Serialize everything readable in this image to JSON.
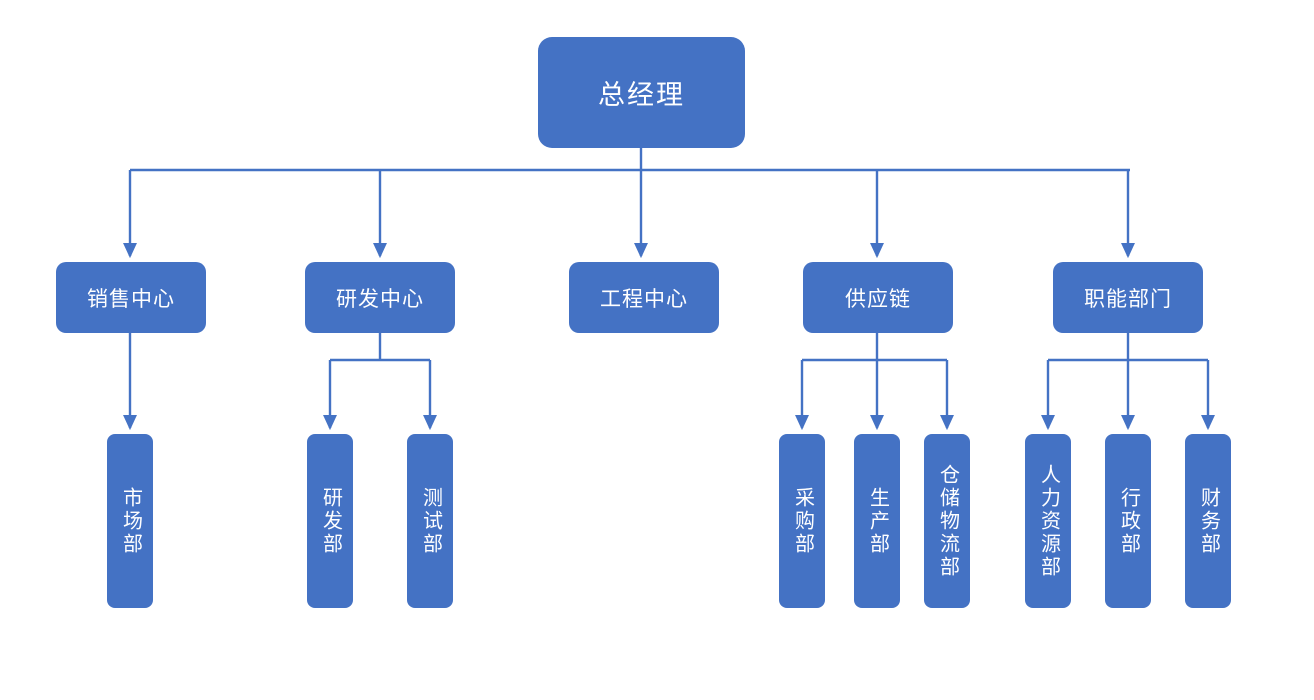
{
  "diagram": {
    "title_text": "总经理",
    "type": "organization-chart",
    "accent_color": "#4472c4",
    "line_color": "#4472c4",
    "text_color": "#ffffff",
    "background_color": "#ffffff"
  },
  "chart_data": {
    "type": "tree",
    "orientation": "top-down",
    "root": {
      "label": "总经理",
      "children": [
        {
          "label": "销售中心",
          "children": [
            {
              "label": "市场部"
            }
          ]
        },
        {
          "label": "研发中心",
          "children": [
            {
              "label": "研发部"
            },
            {
              "label": "测试部"
            }
          ]
        },
        {
          "label": "工程中心",
          "children": []
        },
        {
          "label": "供应链",
          "children": [
            {
              "label": "采购部"
            },
            {
              "label": "生产部"
            },
            {
              "label": "仓储物流部"
            }
          ]
        },
        {
          "label": "职能部门",
          "children": [
            {
              "label": "人力资源部"
            },
            {
              "label": "行政部"
            },
            {
              "label": "财务部"
            }
          ]
        }
      ]
    }
  },
  "nodes": {
    "root": {
      "label": "总经理"
    },
    "level2": [
      {
        "label": "销售中心"
      },
      {
        "label": "研发中心"
      },
      {
        "label": "工程中心"
      },
      {
        "label": "供应链"
      },
      {
        "label": "职能部门"
      }
    ],
    "leaves": [
      {
        "label": "市场部"
      },
      {
        "label": "研发部"
      },
      {
        "label": "测试部"
      },
      {
        "label": "采购部"
      },
      {
        "label": "生产部"
      },
      {
        "label": "仓储物流部"
      },
      {
        "label": "人力资源部"
      },
      {
        "label": "行政部"
      },
      {
        "label": "财务部"
      }
    ]
  }
}
